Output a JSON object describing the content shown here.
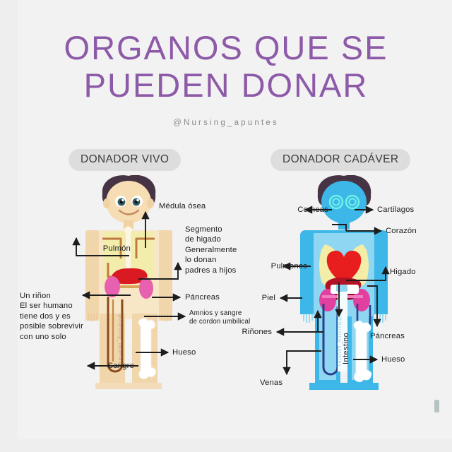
{
  "meta": {
    "background": "#eeeeee",
    "panel_bg": "#f2f2f2",
    "title_color": "#8d5aa8",
    "badge_bg": "#dddddd",
    "label_color": "#1d1d1d",
    "left_figure_skin": "#f6ddb4",
    "right_figure_skin": "#3cb7e8",
    "heart_red": "#e81e1e",
    "liver_red": "#d91a22",
    "kidney_pink": "#e860b0",
    "lung_yellow": "#f5eeab",
    "bone_white": "#ffffff"
  },
  "header": {
    "title_line1": "ORGANOS QUE SE",
    "title_line2": "PUEDEN DONAR",
    "handle": "@Nursing_apuntes"
  },
  "columns": [
    {
      "badge": "DONADOR VIVO",
      "watermark": "@Nursing_apuntes"
    },
    {
      "badge": "DONADOR CADÁVER",
      "watermark": "@Nursing_apuntes"
    }
  ],
  "living_donor": {
    "labels_left": [
      {
        "text": "Pulmón"
      },
      {
        "text": "Un riñon\nEl ser humano\ntiene dos y es\nposible sobrevivir\ncon uno solo"
      },
      {
        "text": "Sangre"
      }
    ],
    "labels_right": [
      {
        "text": "Médula ósea"
      },
      {
        "text": "Segmento\nde higado\nGeneralmente\nlo donan\npadres a hijos"
      },
      {
        "text": "Páncreas"
      },
      {
        "text": "Amnios y sangre\nde cordon umbilical"
      },
      {
        "text": "Hueso"
      }
    ]
  },
  "cadaver_donor": {
    "labels_left": [
      {
        "text": "Corneas"
      },
      {
        "text": "Pulmones"
      },
      {
        "text": "Piel"
      },
      {
        "text": "Riñones"
      },
      {
        "text": "Venas"
      }
    ],
    "labels_right": [
      {
        "text": "Cartilagos"
      },
      {
        "text": "Corazón"
      },
      {
        "text": "Higado"
      },
      {
        "text": "Páncreas"
      },
      {
        "text": "Hueso"
      }
    ],
    "label_vertical": {
      "text": "Intestino"
    }
  }
}
